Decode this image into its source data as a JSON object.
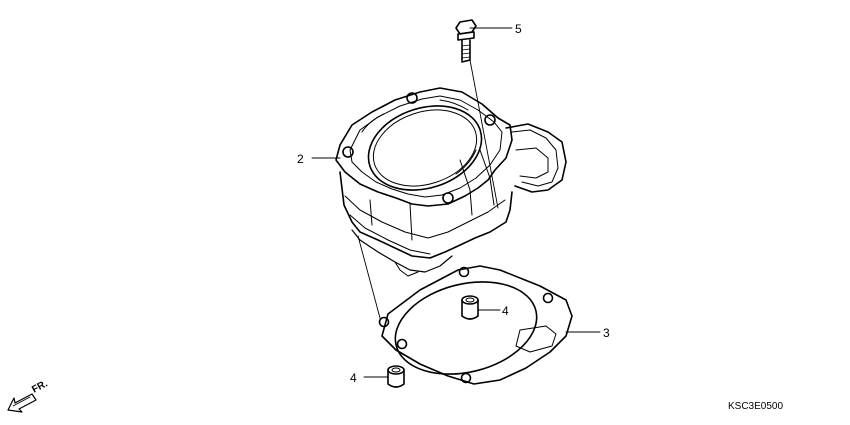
{
  "callouts": [
    {
      "label": "5",
      "part": "bolt"
    },
    {
      "label": "2",
      "part": "cylinder"
    },
    {
      "label": "4",
      "part": "dowel-pin-upper"
    },
    {
      "label": "3",
      "part": "cylinder-gasket"
    },
    {
      "label": "4",
      "part": "dowel-pin-lower"
    }
  ],
  "front_indicator": "FR.",
  "diagram_code": "KSC3E0500"
}
